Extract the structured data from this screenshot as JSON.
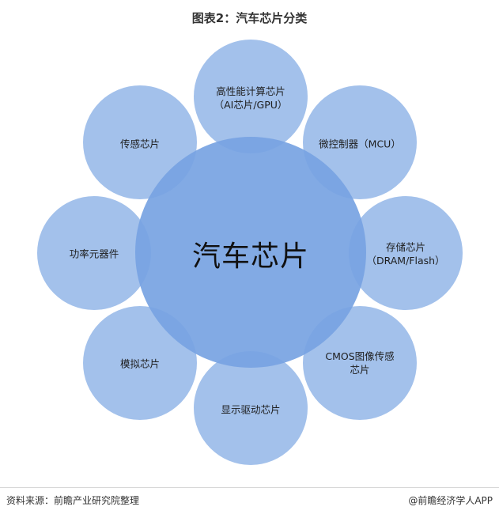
{
  "title": "图表2：汽车芯片分类",
  "center_label": "汽车芯片",
  "categories": [
    {
      "line1": "高性能计算芯片",
      "line2": "（AI芯片/GPU）"
    },
    {
      "line1": "微控制器（MCU）",
      "line2": ""
    },
    {
      "line1": "存储芯片",
      "line2": "（DRAM/Flash）"
    },
    {
      "line1": "CMOS图像传感",
      "line2": "芯片"
    },
    {
      "line1": "显示驱动芯片",
      "line2": ""
    },
    {
      "line1": "模拟芯片",
      "line2": ""
    },
    {
      "line1": "功率元器件",
      "line2": ""
    },
    {
      "line1": "传感芯片",
      "line2": ""
    }
  ],
  "footer": {
    "source": "资料来源：前瞻产业研究院整理",
    "credit": "@前瞻经济学人APP"
  },
  "colors": {
    "circle": "#77a3e2"
  }
}
